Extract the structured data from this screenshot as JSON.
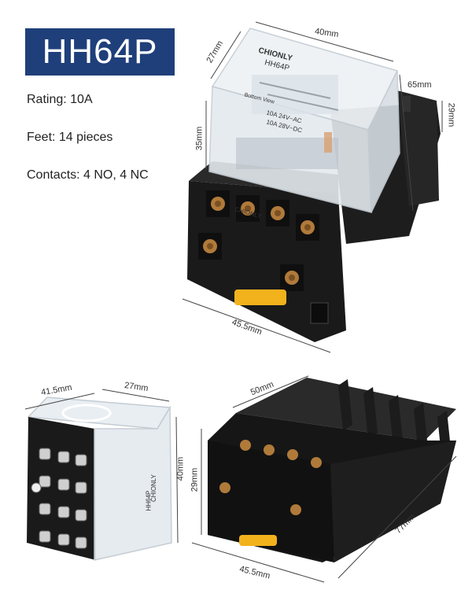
{
  "title": "HH64P",
  "specs": {
    "rating": "Rating: 10A",
    "feet": "Feet: 14 pieces",
    "contacts": "Contacts: 4 NO, 4 NC"
  },
  "relay_top": {
    "brand": "CHIONLY",
    "model": "HH64P",
    "label_line1": "10A 24V~AC",
    "label_line2": "10A 28V~DC",
    "bottom_view": "Bottom View"
  },
  "relay_side": {
    "brand": "CHIONLY",
    "model": "HH64P"
  },
  "dimensions": {
    "relay_width": "40mm",
    "relay_depth": "27mm",
    "relay_height": "35mm",
    "base_length": "65mm",
    "base_height_top": "29mm",
    "base_width_top": "45.5mm",
    "side_width": "41.5mm",
    "side_depth": "27mm",
    "side_height": "40mm",
    "base_top_width": "50mm",
    "base_height": "29mm",
    "base_length_bottom": "77mm",
    "base_width_bottom": "45.5mm"
  }
}
